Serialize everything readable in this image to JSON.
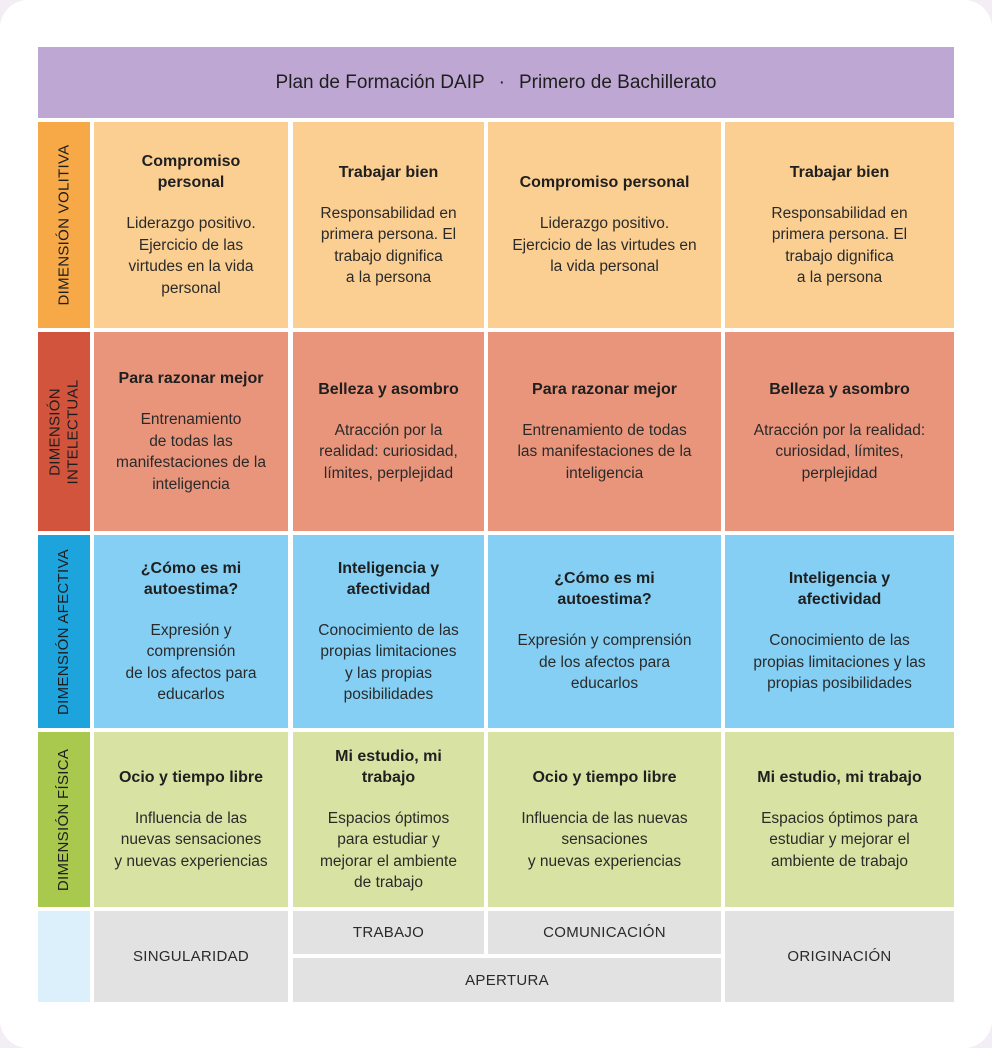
{
  "title": {
    "left": "Plan de Formación DAIP",
    "separator": "·",
    "right": "Primero de Bachillerato"
  },
  "colors": {
    "title": "#bfa7d3",
    "volitiva_side": "#f7a948",
    "volitiva_cell": "#fbcf92",
    "intelectual_side": "#d2543d",
    "intelectual_cell": "#e9957b",
    "afectiva_side": "#1da4dd",
    "afectiva_cell": "#84cff3",
    "fisica_side": "#a8c94e",
    "fisica_cell": "#d8e3a3",
    "bottom_side": "#dcf0fb",
    "bottom_cell": "#e2e2e2"
  },
  "rows": [
    {
      "label": "DIMENSIÓN VOLITIVA",
      "cells": [
        {
          "heading": "Compromiso\npersonal",
          "text": "Liderazgo positivo.\nEjercicio de las\nvirtudes en la vida\npersonal"
        },
        {
          "heading": "Trabajar bien",
          "text": "Responsabilidad en\nprimera persona. El\ntrabajo dignifica\na la persona"
        },
        {
          "heading": "Compromiso personal",
          "text": "Liderazgo positivo.\nEjercicio de las virtudes en\nla vida personal"
        },
        {
          "heading": "Trabajar bien",
          "text": "Responsabilidad en\nprimera persona. El\ntrabajo dignifica\na la persona"
        }
      ]
    },
    {
      "label": "DIMENSIÓN\nINTELECTUAL",
      "cells": [
        {
          "heading": "Para razonar mejor",
          "text": "Entrenamiento\nde todas las\nmanifestaciones de la\ninteligencia"
        },
        {
          "heading": "Belleza y asombro",
          "text": "Atracción por la\nrealidad: curiosidad,\nlímites, perplejidad"
        },
        {
          "heading": "Para razonar mejor",
          "text": "Entrenamiento de todas\nlas manifestaciones de la\ninteligencia"
        },
        {
          "heading": "Belleza y asombro",
          "text": "Atracción por la realidad:\ncuriosidad, límites,\nperplejidad"
        }
      ]
    },
    {
      "label": "DIMENSIÓN AFECTIVA",
      "cells": [
        {
          "heading": "¿Cómo es mi\nautoestima?",
          "text": "Expresión y\ncomprensión\nde los afectos para\neducarlos"
        },
        {
          "heading": "Inteligencia y\nafectividad",
          "text": "Conocimiento de las\npropias limitaciones\ny las propias\nposibilidades"
        },
        {
          "heading": "¿Cómo es mi\nautoestima?",
          "text": "Expresión y comprensión\nde los afectos para\neducarlos"
        },
        {
          "heading": "Inteligencia y\nafectividad",
          "text": "Conocimiento de las\npropias limitaciones  y las\npropias posibilidades"
        }
      ]
    },
    {
      "label": "DIMENSIÓN FÍSICA",
      "cells": [
        {
          "heading": "Ocio y tiempo libre",
          "text": "Influencia de las\nnuevas sensaciones\ny nuevas experiencias"
        },
        {
          "heading": "Mi estudio, mi\ntrabajo",
          "text": "Espacios óptimos\npara estudiar y\nmejorar el ambiente\nde trabajo"
        },
        {
          "heading": "Ocio y tiempo libre",
          "text": "Influencia de las nuevas\nsensaciones\ny nuevas experiencias"
        },
        {
          "heading": "Mi estudio, mi trabajo",
          "text": "Espacios óptimos para\nestudiar y mejorar el\nambiente de trabajo"
        }
      ]
    }
  ],
  "bottom": {
    "singularidad": "SINGULARIDAD",
    "trabajo": "TRABAJO",
    "comunicacion": "COMUNICACIÓN",
    "apertura": "APERTURA",
    "originacion": "ORIGINACIÓN"
  }
}
